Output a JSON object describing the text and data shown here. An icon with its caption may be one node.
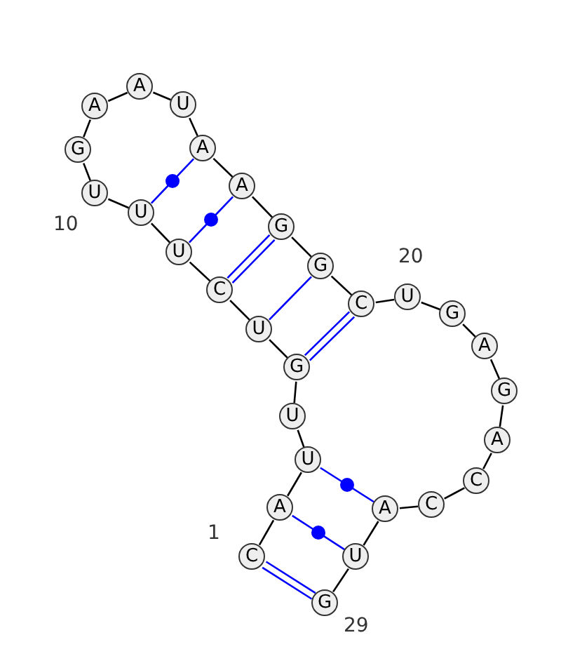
{
  "diagram": {
    "nodes": [
      {
        "text": [
          "C"
        ]
      },
      {
        "text": [
          "A"
        ]
      },
      {
        "text": [
          "U"
        ]
      },
      {
        "text": [
          "U"
        ]
      },
      {
        "text": [
          "G"
        ]
      },
      {
        "text": [
          "U"
        ]
      },
      {
        "text": [
          "C"
        ]
      },
      {
        "text": [
          "U"
        ]
      },
      {
        "text": [
          "U"
        ]
      },
      {
        "text": [
          "U"
        ]
      },
      {
        "text": [
          "G"
        ]
      },
      {
        "text": [
          "A"
        ]
      },
      {
        "text": [
          "A"
        ]
      },
      {
        "text": [
          "U"
        ]
      },
      {
        "text": [
          "A"
        ]
      },
      {
        "text": [
          "A"
        ]
      },
      {
        "text": [
          "G"
        ]
      },
      {
        "text": [
          "G"
        ]
      },
      {
        "text": [
          "C"
        ]
      },
      {
        "text": [
          "U"
        ]
      },
      {
        "text": [
          "G"
        ]
      },
      {
        "text": [
          "A"
        ]
      },
      {
        "text": [
          "G"
        ]
      },
      {
        "text": [
          "A"
        ]
      },
      {
        "text": [
          "C"
        ]
      },
      {
        "text": [
          "C"
        ]
      },
      {
        "text": [
          "A"
        ]
      },
      {
        "text": [
          "U"
        ]
      },
      {
        "text": [
          "G"
        ]
      }
    ],
    "edges": [
      {
        "from": 0,
        "to": 1,
        "arrow": "none"
      },
      {
        "from": 1,
        "to": 2,
        "arrow": "none"
      },
      {
        "from": 2,
        "to": 3,
        "arrow": "none"
      },
      {
        "from": 3,
        "to": 4,
        "arrow": "none"
      },
      {
        "from": 4,
        "to": 5,
        "arrow": "none"
      },
      {
        "from": 5,
        "to": 6,
        "arrow": "none"
      },
      {
        "from": 6,
        "to": 7,
        "arrow": "none"
      },
      {
        "from": 7,
        "to": 8,
        "arrow": "none"
      },
      {
        "from": 8,
        "to": 9,
        "arrow": "none"
      },
      {
        "from": 9,
        "to": 10,
        "arrow": "none"
      },
      {
        "from": 10,
        "to": 11,
        "arrow": "none"
      },
      {
        "from": 11,
        "to": 12,
        "arrow": "none"
      },
      {
        "from": 12,
        "to": 13,
        "arrow": "none"
      },
      {
        "from": 13,
        "to": 14,
        "arrow": "none"
      },
      {
        "from": 14,
        "to": 15,
        "arrow": "none"
      },
      {
        "from": 15,
        "to": 16,
        "arrow": "none"
      },
      {
        "from": 16,
        "to": 17,
        "arrow": "none"
      },
      {
        "from": 17,
        "to": 18,
        "arrow": "none"
      },
      {
        "from": 18,
        "to": 19,
        "arrow": "none"
      },
      {
        "from": 19,
        "to": 20,
        "arrow": "none"
      },
      {
        "from": 20,
        "to": 21,
        "arrow": "none"
      },
      {
        "from": 21,
        "to": 22,
        "arrow": "none"
      },
      {
        "from": 22,
        "to": 23,
        "arrow": "none"
      },
      {
        "from": 23,
        "to": 24,
        "arrow": "none"
      },
      {
        "from": 24,
        "to": 25,
        "arrow": "none"
      },
      {
        "from": 25,
        "to": 26,
        "arrow": "none"
      },
      {
        "from": 26,
        "to": 27,
        "arrow": "none"
      },
      {
        "from": 27,
        "to": 28,
        "arrow": "none"
      },
      {
        "from": 0,
        "to": 28,
        "arrow": "none",
        "color": "#0000ff"
      },
      {
        "from": 1,
        "to": 27,
        "arrow": "none",
        "color": "#0000ff"
      },
      {
        "from": 2,
        "to": 26,
        "arrow": "none",
        "color": "#0000ff"
      },
      {
        "from": 4,
        "to": 18,
        "arrow": "none",
        "color": "#0000ff"
      },
      {
        "from": 5,
        "to": 17,
        "arrow": "none",
        "color": "#0000ff"
      },
      {
        "from": 6,
        "to": 16,
        "arrow": "none",
        "color": "#0000ff"
      },
      {
        "from": 7,
        "to": 15,
        "arrow": "none",
        "color": "#0000ff"
      },
      {
        "from": 8,
        "to": 14,
        "arrow": "none",
        "color": "#0000ff"
      }
    ],
    "labels": [
      "10",
      "20",
      "1",
      "29"
    ]
  }
}
